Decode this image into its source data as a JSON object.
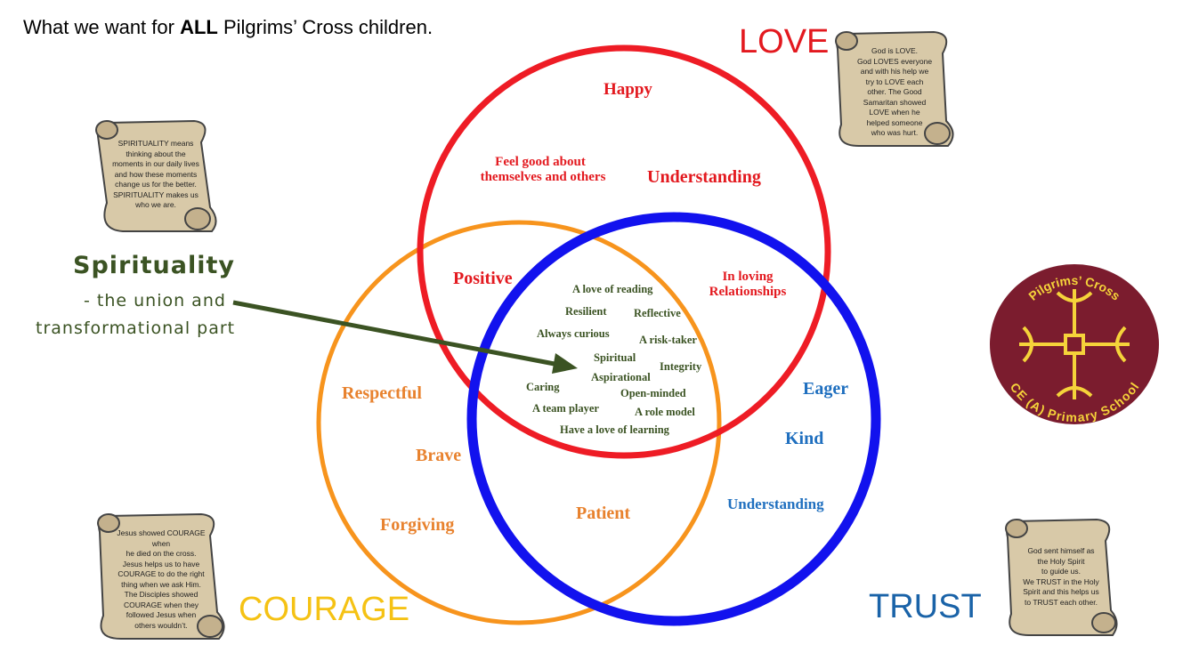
{
  "title": {
    "prefix": "What we want for ",
    "bold": "ALL",
    "suffix": " Pilgrims’ Cross children."
  },
  "circle_labels": {
    "love": "LOVE",
    "courage": "COURAGE",
    "trust": "TRUST"
  },
  "colors": {
    "love": "#ee1c25",
    "courage": "#f7941d",
    "trust": "#1212ee",
    "spirituality": "#3b5323"
  },
  "love_only": [
    "Happy",
    "Feel good about",
    "themselves and others",
    "Understanding"
  ],
  "love_courage": "Positive",
  "love_trust": [
    "In loving",
    "Relationships"
  ],
  "courage_only": [
    "Respectful",
    "Brave",
    "Forgiving"
  ],
  "courage_trust": "Patient",
  "trust_only": [
    "Eager",
    "Kind",
    "Understanding"
  ],
  "center": [
    "A love of reading",
    "Resilient",
    "Reflective",
    "Always curious",
    "A risk-taker",
    "Spiritual",
    "Integrity",
    "Aspirational",
    "Caring",
    "Open-minded",
    "A team player",
    "A role model",
    "Have a love of learning"
  ],
  "spirituality": {
    "title": "Spirituality",
    "line1": "- the union and",
    "line2": "transformational part"
  },
  "school_logo": {
    "name_top": "Pilgrims’ Cross",
    "name_bottom": "CE (A) Primary School"
  },
  "scrolls": {
    "spirituality": [
      "SPIRITUALITY means",
      "thinking about the",
      "moments in our daily lives",
      "and how these moments",
      "change us for the better.",
      "SPIRITUALITY makes us",
      "who we are."
    ],
    "love": [
      "God is LOVE.",
      "God LOVES everyone",
      "and with his help we",
      "try to LOVE each",
      "other.  The Good",
      "Samaritan showed",
      "LOVE when he",
      "helped someone",
      "who was hurt."
    ],
    "courage": [
      "Jesus showed COURAGE when",
      "he died on the cross.",
      "Jesus helps us to have",
      "COURAGE to do the right",
      "thing when we ask Him.",
      "The Disciples showed",
      "COURAGE when they",
      "followed Jesus when",
      "others wouldn’t."
    ],
    "trust": [
      "God sent himself as",
      "the Holy Spirit",
      "to guide us.",
      "We TRUST in the Holy",
      "Spirit and this helps us",
      "to TRUST each other."
    ]
  }
}
